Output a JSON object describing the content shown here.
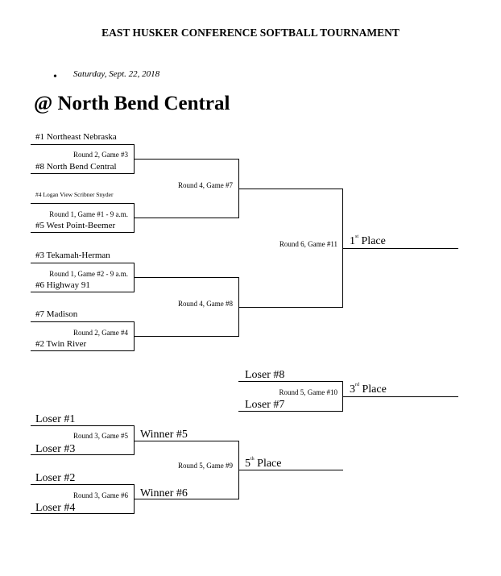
{
  "header": {
    "title": "EAST HUSKER CONFERENCE SOFTBALL TOURNAMENT",
    "bullet": "•",
    "date": "Saturday, Sept. 22, 2018",
    "venue": "@ North Bend Central"
  },
  "teams": {
    "t1": "#1 Northeast Nebraska",
    "t8": "#8 North Bend Central",
    "t4": "#4 Logan View Scribner Snyder",
    "t5": "#5 West Point-Beemer",
    "t3": "#3 Tekamah-Herman",
    "t6": "#6 Highway 91",
    "t7": "#7 Madison",
    "t2": "#2 Twin River"
  },
  "games": {
    "g3": "Round 2, Game #3",
    "g1": "Round 1, Game #1 - 9 a.m.",
    "g2": "Round 1, Game #2 - 9 a.m.",
    "g4": "Round 2, Game #4",
    "g7": "Round 4, Game #7",
    "g8": "Round 4, Game #8",
    "g11": "Round 6, Game #11",
    "g10": "Round 5, Game #10",
    "g5": "Round 3, Game #5",
    "g6": "Round 3, Game #6",
    "g9": "Round 5, Game #9"
  },
  "consolation": {
    "loser8": "Loser #8",
    "loser7": "Loser #7",
    "loser1": "Loser #1",
    "loser3": "Loser #3",
    "loser2": "Loser #2",
    "loser4": "Loser #4",
    "winner5": "Winner #5",
    "winner6": "Winner #6"
  },
  "places": {
    "first_num": "1",
    "first_sup": "st",
    "first_label": "Place",
    "third_num": "3",
    "third_sup": "rd",
    "third_label": "Place",
    "fifth_num": "5",
    "fifth_sup": "th",
    "fifth_label": "Place"
  }
}
